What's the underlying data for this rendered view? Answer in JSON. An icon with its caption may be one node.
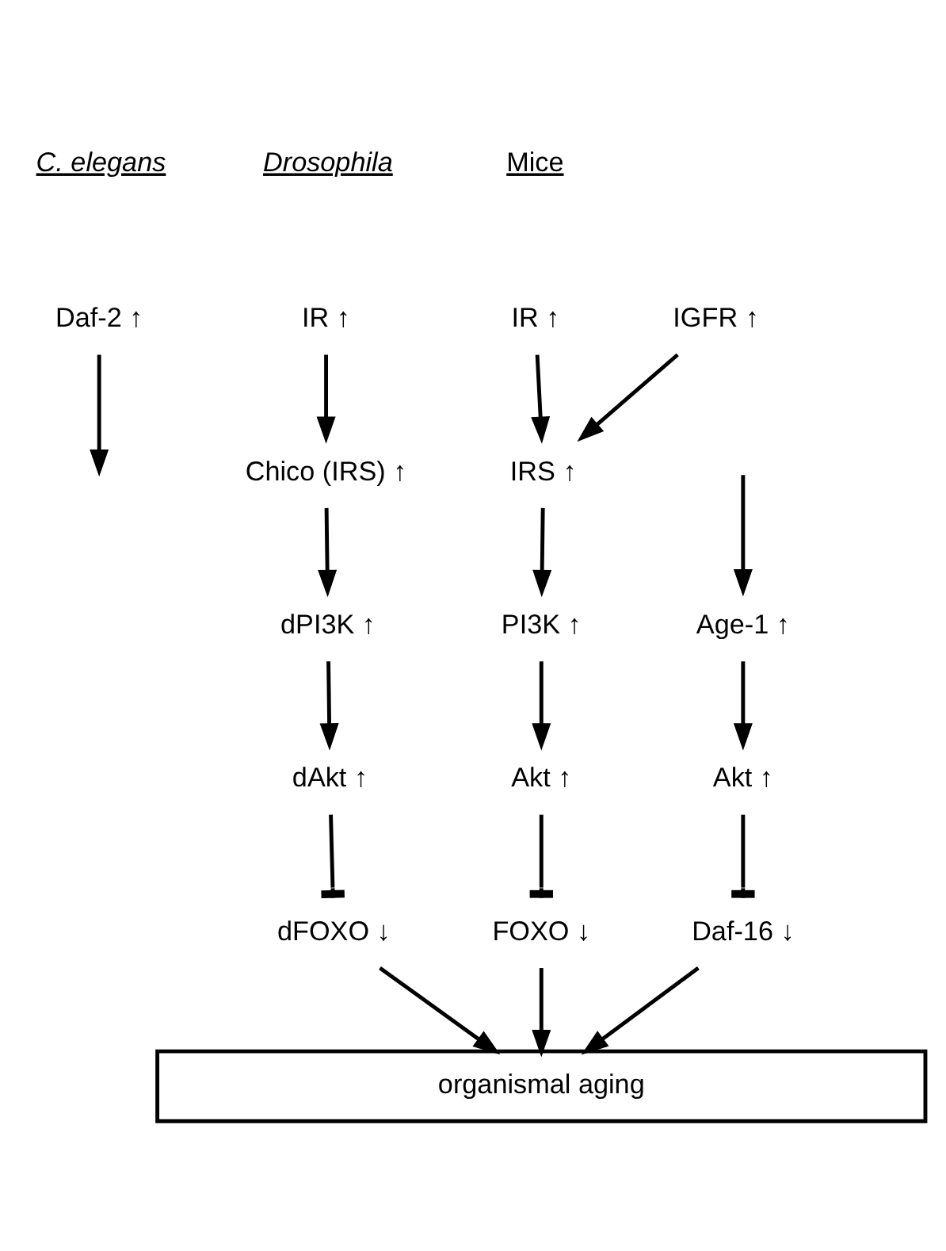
{
  "diagram": {
    "nodes": [
      {
        "text": [
          "Daf-2 ↑"
        ]
      },
      {
        "text": [
          "Age-1 ↑"
        ]
      },
      {
        "text": [
          "Akt ↑"
        ]
      },
      {
        "text": [
          "Daf-16 ↓"
        ]
      },
      {
        "text": [
          "IR ↑"
        ]
      },
      {
        "text": [
          "Chico (IRS) ↑"
        ]
      },
      {
        "text": [
          "dPI3K ↑"
        ]
      },
      {
        "text": [
          "dAkt ↑"
        ]
      },
      {
        "text": [
          "dFOXO ↓"
        ]
      },
      {
        "text": [
          "IR ↑"
        ]
      },
      {
        "text": [
          "IGFR ↑"
        ]
      },
      {
        "text": [
          "IRS ↑"
        ]
      },
      {
        "text": [
          "PI3K ↑"
        ]
      },
      {
        "text": [
          "Akt ↑"
        ]
      },
      {
        "text": [
          "FOXO ↓"
        ]
      },
      {
        "text": [
          "organismal aging"
        ]
      }
    ],
    "edges": [
      {
        "from": 0,
        "to": null,
        "arrow": "to"
      },
      {
        "from": null,
        "to": 1,
        "arrow": "to"
      },
      {
        "from": 1,
        "to": 2,
        "arrow": "to"
      },
      {
        "from": 2,
        "to": 3,
        "arrow": "other"
      },
      {
        "from": 3,
        "to": 15,
        "arrow": "to"
      },
      {
        "from": 4,
        "to": 5,
        "arrow": "to"
      },
      {
        "from": 5,
        "to": 6,
        "arrow": "to"
      },
      {
        "from": 6,
        "to": 7,
        "arrow": "to"
      },
      {
        "from": 7,
        "to": 8,
        "arrow": "other"
      },
      {
        "from": 8,
        "to": 15,
        "arrow": "to"
      },
      {
        "from": 9,
        "to": 11,
        "arrow": "to"
      },
      {
        "from": 10,
        "to": 11,
        "arrow": "to"
      },
      {
        "from": 11,
        "to": 12,
        "arrow": "to"
      },
      {
        "from": 12,
        "to": 13,
        "arrow": "to"
      },
      {
        "from": 13,
        "to": 14,
        "arrow": "other"
      },
      {
        "from": 14,
        "to": 15,
        "arrow": "to"
      }
    ],
    "labels": [
      "C. elegans",
      "Drosophila",
      "Mice"
    ]
  }
}
